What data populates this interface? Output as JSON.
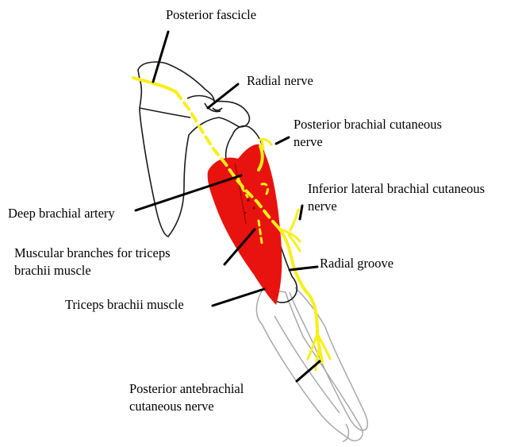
{
  "labels": {
    "posterior_fascicle": "Posterior fascicle",
    "radial_nerve": "Radial nerve",
    "posterior_brachial_cutaneous_1": "Posterior brachial cutaneous",
    "posterior_brachial_cutaneous_2": "nerve",
    "inferior_lateral_1": "Inferior lateral brachial cutaneous",
    "inferior_lateral_2": "nerve",
    "deep_brachial_artery": "Deep brachial artery",
    "muscular_branches_1": "Muscular branches for triceps",
    "muscular_branches_2": "brachii muscle",
    "radial_groove": "Radial groove",
    "triceps": "Triceps brachii muscle",
    "posterior_antebrachial_1": "Posterior antebrachial",
    "posterior_antebrachial_2": "cutaneous nerve"
  },
  "colors": {
    "nerve": "#f7ef1a",
    "muscle": "#e8120f",
    "bone_outline": "#1a1a1a",
    "forearm_outline": "#a8a8a8",
    "leader": "#000000"
  }
}
